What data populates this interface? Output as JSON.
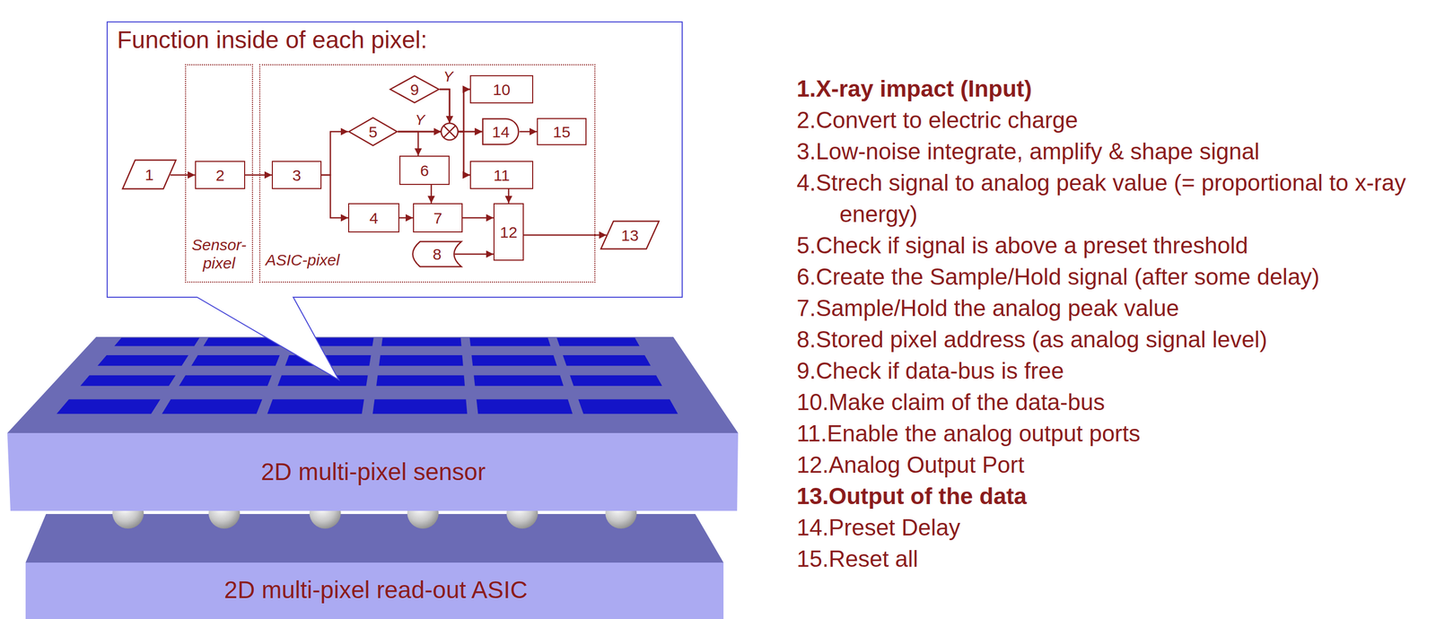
{
  "diagram": {
    "nodes": [
      {
        "text": [
          "Function inside of each pixel:"
        ]
      },
      {
        "text": [
          "1"
        ],
        "in": 0
      },
      {
        "text": [
          "Sensor-pixel"
        ],
        "in": 0
      },
      {
        "text": [
          "2"
        ],
        "in": 2
      },
      {
        "text": [
          "ASIC-pixel"
        ],
        "in": 0
      },
      {
        "text": [
          "3"
        ],
        "in": 4
      },
      {
        "text": [
          "9"
        ],
        "in": 4
      },
      {
        "text": [
          "10"
        ],
        "in": 4
      },
      {
        "text": [
          "5"
        ],
        "in": 4
      },
      {
        "text": [
          "14"
        ],
        "in": 4
      },
      {
        "text": [
          "15"
        ],
        "in": 4
      },
      {
        "text": [
          "6"
        ],
        "in": 4
      },
      {
        "text": [
          "11"
        ],
        "in": 4
      },
      {
        "text": [
          "4"
        ],
        "in": 4
      },
      {
        "text": [
          "7"
        ],
        "in": 4
      },
      {
        "text": [
          "12"
        ],
        "in": 4
      },
      {
        "text": [
          "8"
        ],
        "in": 4
      },
      {
        "text": [
          "13"
        ],
        "in": 0
      },
      {
        "text": [
          "2D multi-pixel sensor"
        ]
      },
      {
        "text": [
          "2D multi-pixel read-out ASIC"
        ]
      }
    ],
    "edges": [
      {
        "from": 1,
        "to": 3,
        "arrow": "to"
      },
      {
        "from": 3,
        "to": 5,
        "arrow": "to"
      },
      {
        "from": 5,
        "to": 8,
        "arrow": "to"
      },
      {
        "from": 5,
        "to": 13,
        "arrow": "to"
      },
      {
        "from": 13,
        "to": 14,
        "arrow": "to"
      },
      {
        "from": 8,
        "to": 11,
        "arrow": "to"
      },
      {
        "from": 8,
        "to": 7,
        "arrow": "to"
      },
      {
        "from": 8,
        "to": 9,
        "arrow": "to"
      },
      {
        "from": 8,
        "to": 12,
        "arrow": "to"
      },
      {
        "from": 6,
        "to": 7,
        "arrow": "to"
      },
      {
        "from": 6,
        "to": 9,
        "arrow": "to"
      },
      {
        "from": 6,
        "to": 12,
        "arrow": "to"
      },
      {
        "from": 11,
        "to": 14,
        "arrow": "to"
      },
      {
        "from": 14,
        "to": 15,
        "arrow": "to"
      },
      {
        "from": 16,
        "to": 15,
        "arrow": "to"
      },
      {
        "from": 12,
        "to": 15,
        "arrow": "to"
      },
      {
        "from": 9,
        "to": 10,
        "arrow": "to"
      },
      {
        "from": 15,
        "to": 17,
        "arrow": "to"
      }
    ],
    "labels": [
      "Y",
      "Y",
      "1.X-ray impact (Input)",
      "2.Convert to electric charge",
      "3.Low-noise integrate, amplify & shape signal",
      "4.Strech signal to analog peak value (= proportional to x-ray energy)",
      "5.Check if signal is above a preset threshold",
      "6.Create the Sample/Hold signal (after some delay)",
      "7.Sample/Hold the analog peak value",
      "8.Stored pixel address (as analog signal level)",
      "9.Check if data-bus is free",
      "10.Make claim of the data-bus",
      "11.Enable the analog output ports",
      "12.Analog Output Port",
      "13.Output of the data",
      "14.Preset Delay",
      "15.Reset all"
    ]
  }
}
